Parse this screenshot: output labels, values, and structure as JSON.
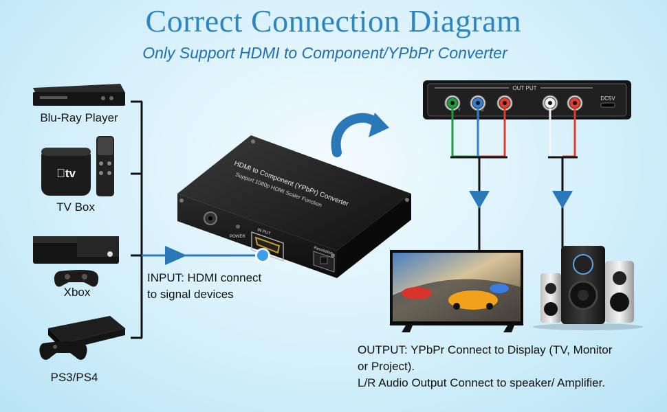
{
  "title": "Correct Connection Diagram",
  "subtitle": "Only Support HDMI to Component/YPbPr Converter",
  "sources": [
    {
      "label": "Blu-Ray Player"
    },
    {
      "label": "TV Box"
    },
    {
      "label": "Xbox"
    },
    {
      "label": "PS3/PS4"
    }
  ],
  "input_note": {
    "line1": "INPUT: HDMI connect",
    "line2": "to signal devices"
  },
  "converter": {
    "name": "HDMI to Component (YPbPr) Converter",
    "tagline": "Support 1080p HDMI Scaler Function",
    "port_input": "IN PUT",
    "power_label": "POWER",
    "resolution_label": "Resolution"
  },
  "output_panel": {
    "label": "OUT PUT",
    "dc_label": "DC5V",
    "jack_colors": [
      "#1e9b3c",
      "#2f7fd3",
      "#e53b2a",
      "#f2f2f2",
      "#e53b2a"
    ],
    "small_marks": [
      "Y",
      "b"
    ]
  },
  "tv_logo": "tv",
  "output_note": {
    "line1": "OUTPUT: YPbPr Connect to Display (TV, Monitor",
    "line2": "or Project).",
    "line3": "L/R Audio Output Connect to speaker/ Amplifier."
  },
  "colors": {
    "title": "#2e86c1",
    "arrow": "#2a78b8",
    "cable_green": "#1e9b3c",
    "cable_blue": "#2f7fd3",
    "cable_red": "#e53b2a"
  }
}
